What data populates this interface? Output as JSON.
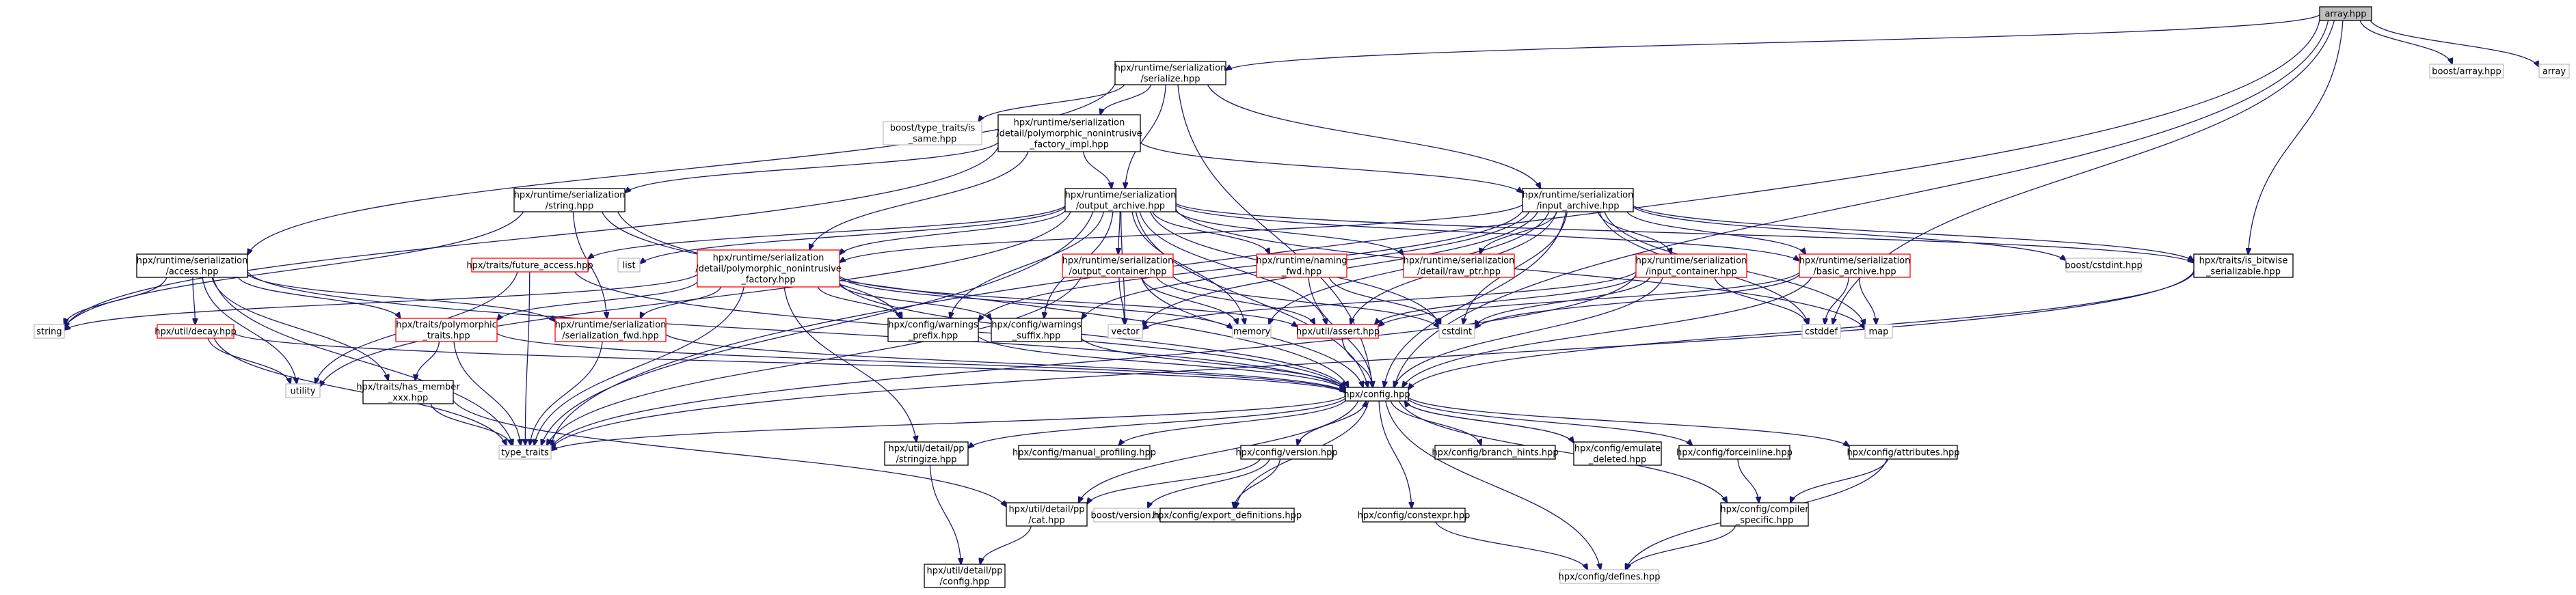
{
  "diagram": {
    "colors": {
      "edge": "#191970",
      "root_fill": "#bfbfbf",
      "normal_border": "#000000",
      "truncated_border": "#ff0000",
      "external_border": "#bfbfbf",
      "external_text": "#404040"
    },
    "nodes": [
      {
        "id": "array_hpp",
        "lines": [
          "array.hpp"
        ],
        "style": "root"
      },
      {
        "id": "serialize",
        "lines": [
          "hpx/runtime/serialization",
          "/serialize.hpp"
        ],
        "style": "normal"
      },
      {
        "id": "boost_array",
        "lines": [
          "boost/array.hpp"
        ],
        "style": "external"
      },
      {
        "id": "array",
        "lines": [
          "array"
        ],
        "style": "external"
      },
      {
        "id": "boost_is_same",
        "lines": [
          "boost/type_traits/is",
          "_same.hpp"
        ],
        "style": "external"
      },
      {
        "id": "pnf_impl",
        "lines": [
          "hpx/runtime/serialization",
          "/detail/polymorphic_nonintrusive",
          "_factory_impl.hpp"
        ],
        "style": "normal"
      },
      {
        "id": "string_hpp",
        "lines": [
          "hpx/runtime/serialization",
          "/string.hpp"
        ],
        "style": "normal"
      },
      {
        "id": "output_archive",
        "lines": [
          "hpx/runtime/serialization",
          "/output_archive.hpp"
        ],
        "style": "normal"
      },
      {
        "id": "input_archive",
        "lines": [
          "hpx/runtime/serialization",
          "/input_archive.hpp"
        ],
        "style": "normal"
      },
      {
        "id": "access",
        "lines": [
          "hpx/runtime/serialization",
          "/access.hpp"
        ],
        "style": "normal"
      },
      {
        "id": "future_access",
        "lines": [
          "hpx/traits/future_access.hpp"
        ],
        "style": "truncated"
      },
      {
        "id": "list",
        "lines": [
          "list"
        ],
        "style": "external"
      },
      {
        "id": "pnf",
        "lines": [
          "hpx/runtime/serialization",
          "/detail/polymorphic_nonintrusive",
          "_factory.hpp"
        ],
        "style": "truncated"
      },
      {
        "id": "output_container",
        "lines": [
          "hpx/runtime/serialization",
          "/output_container.hpp"
        ],
        "style": "truncated"
      },
      {
        "id": "naming_fwd",
        "lines": [
          "hpx/runtime/naming",
          "_fwd.hpp"
        ],
        "style": "truncated"
      },
      {
        "id": "raw_ptr",
        "lines": [
          "hpx/runtime/serialization",
          "/detail/raw_ptr.hpp"
        ],
        "style": "truncated"
      },
      {
        "id": "input_container",
        "lines": [
          "hpx/runtime/serialization",
          "/input_container.hpp"
        ],
        "style": "truncated"
      },
      {
        "id": "basic_archive",
        "lines": [
          "hpx/runtime/serialization",
          "/basic_archive.hpp"
        ],
        "style": "truncated"
      },
      {
        "id": "boost_cstdint",
        "lines": [
          "boost/cstdint.hpp"
        ],
        "style": "external"
      },
      {
        "id": "is_bitwise",
        "lines": [
          "hpx/traits/is_bitwise",
          "_serializable.hpp"
        ],
        "style": "normal"
      },
      {
        "id": "string",
        "lines": [
          "string"
        ],
        "style": "external"
      },
      {
        "id": "decay",
        "lines": [
          "hpx/util/decay.hpp"
        ],
        "style": "truncated"
      },
      {
        "id": "poly_traits",
        "lines": [
          "hpx/traits/polymorphic",
          "_traits.hpp"
        ],
        "style": "truncated"
      },
      {
        "id": "ser_fwd",
        "lines": [
          "hpx/runtime/serialization",
          "/serialization_fwd.hpp"
        ],
        "style": "truncated"
      },
      {
        "id": "warn_prefix",
        "lines": [
          "hpx/config/warnings",
          "_prefix.hpp"
        ],
        "style": "normal"
      },
      {
        "id": "warn_suffix",
        "lines": [
          "hpx/config/warnings",
          "_suffix.hpp"
        ],
        "style": "normal"
      },
      {
        "id": "vector",
        "lines": [
          "vector"
        ],
        "style": "external"
      },
      {
        "id": "memory",
        "lines": [
          "memory"
        ],
        "style": "external"
      },
      {
        "id": "assert",
        "lines": [
          "hpx/util/assert.hpp"
        ],
        "style": "truncated"
      },
      {
        "id": "cstdint",
        "lines": [
          "cstdint"
        ],
        "style": "external"
      },
      {
        "id": "cstddef",
        "lines": [
          "cstddef"
        ],
        "style": "external"
      },
      {
        "id": "map",
        "lines": [
          "map"
        ],
        "style": "external"
      },
      {
        "id": "utility",
        "lines": [
          "utility"
        ],
        "style": "external"
      },
      {
        "id": "has_member",
        "lines": [
          "hpx/traits/has_member",
          "_xxx.hpp"
        ],
        "style": "normal"
      },
      {
        "id": "config",
        "lines": [
          "hpx/config.hpp"
        ],
        "style": "normal"
      },
      {
        "id": "type_traits",
        "lines": [
          "type_traits"
        ],
        "style": "external"
      },
      {
        "id": "stringize",
        "lines": [
          "hpx/util/detail/pp",
          "/stringize.hpp"
        ],
        "style": "normal"
      },
      {
        "id": "manual_prof",
        "lines": [
          "hpx/config/manual_profiling.hpp"
        ],
        "style": "normal"
      },
      {
        "id": "version",
        "lines": [
          "hpx/config/version.hpp"
        ],
        "style": "normal"
      },
      {
        "id": "branch_hints",
        "lines": [
          "hpx/config/branch_hints.hpp"
        ],
        "style": "normal"
      },
      {
        "id": "emulate_deleted",
        "lines": [
          "hpx/config/emulate",
          "_deleted.hpp"
        ],
        "style": "normal"
      },
      {
        "id": "forceinline",
        "lines": [
          "hpx/config/forceinline.hpp"
        ],
        "style": "normal"
      },
      {
        "id": "attributes",
        "lines": [
          "hpx/config/attributes.hpp"
        ],
        "style": "normal"
      },
      {
        "id": "boost_version",
        "lines": [
          "boost/version.hpp"
        ],
        "style": "external"
      },
      {
        "id": "export_defs",
        "lines": [
          "hpx/config/export_definitions.hpp"
        ],
        "style": "normal"
      },
      {
        "id": "constexpr",
        "lines": [
          "hpx/config/constexpr.hpp"
        ],
        "style": "normal"
      },
      {
        "id": "cat",
        "lines": [
          "hpx/util/detail/pp",
          "/cat.hpp"
        ],
        "style": "normal"
      },
      {
        "id": "compiler_specific",
        "lines": [
          "hpx/config/compiler",
          "_specific.hpp"
        ],
        "style": "normal"
      },
      {
        "id": "pp_config",
        "lines": [
          "hpx/util/detail/pp",
          "/config.hpp"
        ],
        "style": "normal"
      },
      {
        "id": "defines",
        "lines": [
          "hpx/config/defines.hpp"
        ],
        "style": "external"
      }
    ],
    "edges": [
      [
        "array_hpp",
        "serialize"
      ],
      [
        "array_hpp",
        "boost_array"
      ],
      [
        "array_hpp",
        "array"
      ],
      [
        "array_hpp",
        "type_traits"
      ],
      [
        "array_hpp",
        "config"
      ],
      [
        "array_hpp",
        "is_bitwise"
      ],
      [
        "array_hpp",
        "cstddef"
      ],
      [
        "serialize",
        "boost_is_same"
      ],
      [
        "serialize",
        "pnf_impl"
      ],
      [
        "serialize",
        "output_archive"
      ],
      [
        "serialize",
        "input_archive"
      ],
      [
        "serialize",
        "access"
      ],
      [
        "serialize",
        "config"
      ],
      [
        "pnf_impl",
        "string_hpp"
      ],
      [
        "pnf_impl",
        "output_archive"
      ],
      [
        "pnf_impl",
        "input_archive"
      ],
      [
        "pnf_impl",
        "pnf"
      ],
      [
        "pnf_impl",
        "string"
      ],
      [
        "string_hpp",
        "string"
      ],
      [
        "string_hpp",
        "ser_fwd"
      ],
      [
        "string_hpp",
        "config"
      ],
      [
        "string_hpp",
        "warn_prefix"
      ],
      [
        "output_archive",
        "future_access"
      ],
      [
        "output_archive",
        "list"
      ],
      [
        "output_archive",
        "pnf"
      ],
      [
        "output_archive",
        "output_container"
      ],
      [
        "output_archive",
        "naming_fwd"
      ],
      [
        "output_archive",
        "raw_ptr"
      ],
      [
        "output_archive",
        "basic_archive"
      ],
      [
        "output_archive",
        "is_bitwise"
      ],
      [
        "output_archive",
        "vector"
      ],
      [
        "output_archive",
        "memory"
      ],
      [
        "output_archive",
        "assert"
      ],
      [
        "output_archive",
        "cstdint"
      ],
      [
        "output_archive",
        "map"
      ],
      [
        "output_archive",
        "utility"
      ],
      [
        "output_archive",
        "warn_prefix"
      ],
      [
        "output_archive",
        "warn_suffix"
      ],
      [
        "output_archive",
        "config"
      ],
      [
        "output_archive",
        "type_traits"
      ],
      [
        "input_archive",
        "input_container"
      ],
      [
        "input_archive",
        "basic_archive"
      ],
      [
        "input_archive",
        "boost_cstdint"
      ],
      [
        "input_archive",
        "is_bitwise"
      ],
      [
        "input_archive",
        "pnf"
      ],
      [
        "input_archive",
        "vector"
      ],
      [
        "input_archive",
        "assert"
      ],
      [
        "input_archive",
        "cstdint"
      ],
      [
        "input_archive",
        "map"
      ],
      [
        "input_archive",
        "memory"
      ],
      [
        "input_archive",
        "config"
      ],
      [
        "input_archive",
        "warn_prefix"
      ],
      [
        "input_archive",
        "warn_suffix"
      ],
      [
        "input_archive",
        "cstddef"
      ],
      [
        "input_archive",
        "raw_ptr"
      ],
      [
        "access",
        "string"
      ],
      [
        "access",
        "decay"
      ],
      [
        "access",
        "poly_traits"
      ],
      [
        "access",
        "ser_fwd"
      ],
      [
        "access",
        "has_member"
      ],
      [
        "access",
        "type_traits"
      ],
      [
        "access",
        "utility"
      ],
      [
        "access",
        "config"
      ],
      [
        "future_access",
        "utility"
      ],
      [
        "future_access",
        "type_traits"
      ],
      [
        "future_access",
        "config"
      ],
      [
        "pnf",
        "string"
      ],
      [
        "pnf",
        "ser_fwd"
      ],
      [
        "pnf",
        "poly_traits"
      ],
      [
        "pnf",
        "stringize"
      ],
      [
        "pnf",
        "warn_prefix"
      ],
      [
        "pnf",
        "warn_suffix"
      ],
      [
        "pnf",
        "config"
      ],
      [
        "pnf",
        "type_traits"
      ],
      [
        "pnf",
        "memory"
      ],
      [
        "pnf",
        "assert"
      ],
      [
        "output_container",
        "vector"
      ],
      [
        "output_container",
        "memory"
      ],
      [
        "output_container",
        "assert"
      ],
      [
        "output_container",
        "cstdint"
      ],
      [
        "output_container",
        "config"
      ],
      [
        "output_container",
        "type_traits"
      ],
      [
        "naming_fwd",
        "config"
      ],
      [
        "naming_fwd",
        "cstdint"
      ],
      [
        "input_container",
        "vector"
      ],
      [
        "input_container",
        "assert"
      ],
      [
        "input_container",
        "cstdint"
      ],
      [
        "input_container",
        "cstddef"
      ],
      [
        "input_container",
        "config"
      ],
      [
        "input_container",
        "type_traits"
      ],
      [
        "basic_archive",
        "cstddef"
      ],
      [
        "basic_archive",
        "cstdint"
      ],
      [
        "basic_archive",
        "map"
      ],
      [
        "basic_archive",
        "assert"
      ],
      [
        "basic_archive",
        "config"
      ],
      [
        "is_bitwise",
        "config"
      ],
      [
        "is_bitwise",
        "type_traits"
      ],
      [
        "decay",
        "utility"
      ],
      [
        "decay",
        "type_traits"
      ],
      [
        "decay",
        "config"
      ],
      [
        "poly_traits",
        "has_member"
      ],
      [
        "poly_traits",
        "type_traits"
      ],
      [
        "poly_traits",
        "config"
      ],
      [
        "ser_fwd",
        "config"
      ],
      [
        "ser_fwd",
        "type_traits"
      ],
      [
        "warn_prefix",
        "config"
      ],
      [
        "warn_suffix",
        "config"
      ],
      [
        "assert",
        "config"
      ],
      [
        "has_member",
        "type_traits"
      ],
      [
        "has_member",
        "cat"
      ],
      [
        "config",
        "type_traits"
      ],
      [
        "config",
        "stringize"
      ],
      [
        "config",
        "manual_prof"
      ],
      [
        "config",
        "version"
      ],
      [
        "config",
        "branch_hints"
      ],
      [
        "config",
        "emulate_deleted"
      ],
      [
        "config",
        "forceinline"
      ],
      [
        "config",
        "attributes"
      ],
      [
        "config",
        "export_defs"
      ],
      [
        "config",
        "constexpr"
      ],
      [
        "config",
        "cat"
      ],
      [
        "config",
        "compiler_specific"
      ],
      [
        "config",
        "defines"
      ],
      [
        "version",
        "boost_version"
      ],
      [
        "version",
        "export_defs"
      ],
      [
        "version",
        "cat"
      ],
      [
        "version",
        "config"
      ],
      [
        "emulate_deleted",
        "config"
      ],
      [
        "forceinline",
        "compiler_specific"
      ],
      [
        "attributes",
        "compiler_specific"
      ],
      [
        "attributes",
        "defines"
      ],
      [
        "compiler_specific",
        "defines"
      ],
      [
        "stringize",
        "pp_config"
      ],
      [
        "cat",
        "pp_config"
      ],
      [
        "constexpr",
        "defines"
      ]
    ]
  }
}
